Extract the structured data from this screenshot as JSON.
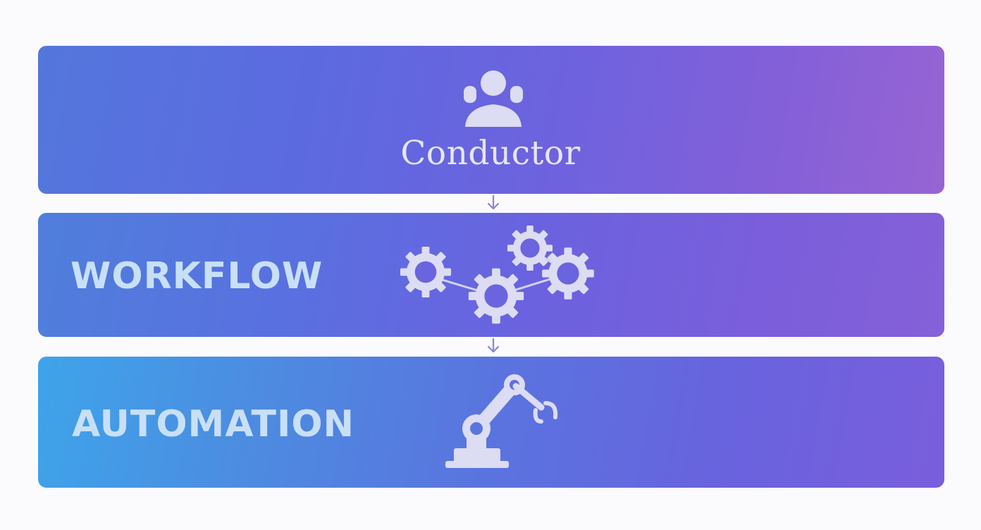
{
  "diagram": {
    "layers": [
      {
        "id": "conductor",
        "label": "Conductor",
        "icon": "conductor-people-icon"
      },
      {
        "id": "workflow",
        "label": "WORKFLOW",
        "icon": "gears-network-icon"
      },
      {
        "id": "automation",
        "label": "AUTOMATION",
        "icon": "robot-arm-icon"
      }
    ],
    "connector_icon": "down-arrow-icon",
    "colors": {
      "background": "#fbfbfd",
      "icon_fill": "#dcdcf2",
      "conductor_text": "#e6e6f7",
      "label_text": "#c8e0f7",
      "arrow": "#8a86d6"
    }
  }
}
